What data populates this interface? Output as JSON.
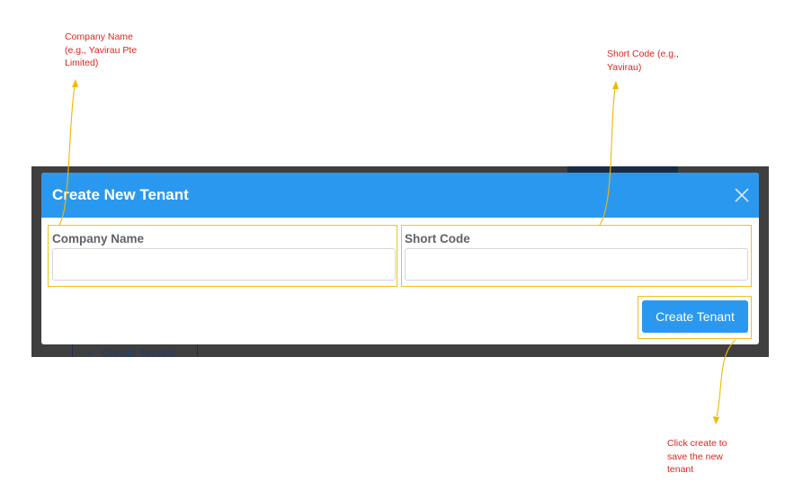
{
  "background": {
    "create_button_label": "Create Tenant",
    "create_button_icon": "plus-icon"
  },
  "modal": {
    "title": "Create New Tenant",
    "close_icon": "close-icon",
    "fields": [
      {
        "label": "Company Name",
        "value": "",
        "placeholder": ""
      },
      {
        "label": "Short Code",
        "value": "",
        "placeholder": ""
      }
    ],
    "submit_label": "Create Tenant"
  },
  "annotations": {
    "company_name_note": [
      "Company Name",
      "(e.g., Yavirau Pte",
      "Limited)"
    ],
    "short_code_note": [
      "Short Code (e.g.,",
      "Yavirau)"
    ],
    "create_note": [
      "Click create to",
      "save the new",
      "tenant"
    ]
  },
  "colors": {
    "primary": "#2b98ef",
    "annotation_text": "#e0241b",
    "highlight": "#f2c11c",
    "overlay": "#3f3f3f"
  }
}
